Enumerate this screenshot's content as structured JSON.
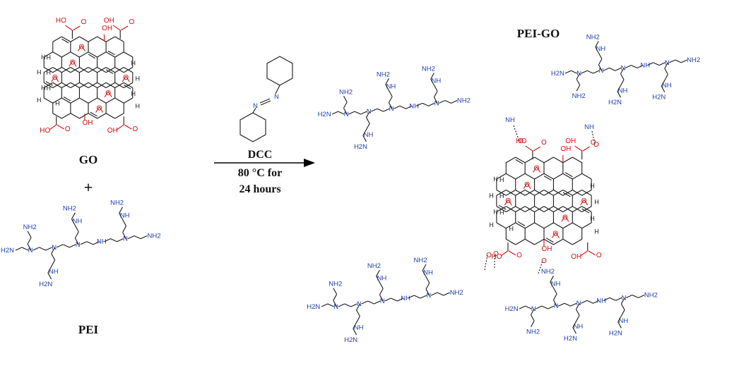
{
  "labels": {
    "go": "GO",
    "plus": "+",
    "pei": "PEI",
    "product": "PEI-GO"
  },
  "arrow": {
    "reagent": "DCC",
    "condition_temp": "80 °C for",
    "condition_time": "24 hours"
  },
  "atoms": {
    "nitrogen": "N",
    "amine_nh": "NH",
    "amine_nh2": "NH2",
    "amine_h2n": "H2N",
    "oxygen": "O",
    "hydroxyl_oh": "OH",
    "hydroxyl_ho": "HO",
    "hydrogen": "H"
  },
  "colors": {
    "bond": "#1a1a1a",
    "oxygen": "#d01010",
    "nitrogen": "#1f3fb0"
  }
}
